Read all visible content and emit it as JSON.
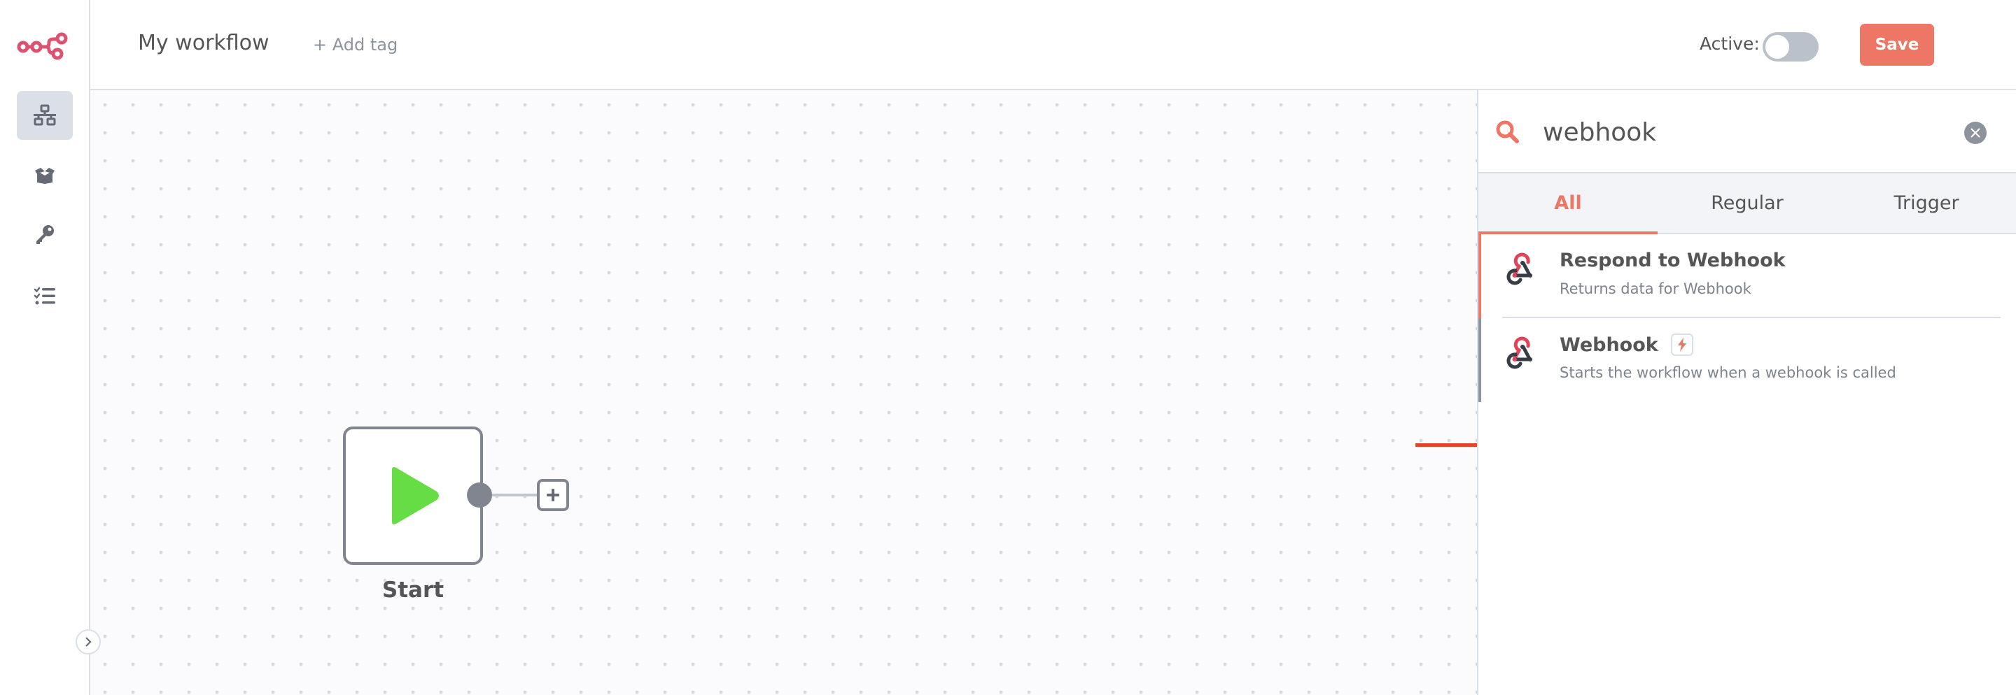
{
  "app": {
    "name": "n8n"
  },
  "header": {
    "workflow_name": "My workflow",
    "add_tag_label": "+ Add tag",
    "active_label": "Active:",
    "active_state": false,
    "save_label": "Save"
  },
  "sidebar": {
    "items": [
      {
        "name": "workflows",
        "icon": "network-icon",
        "active": true
      },
      {
        "name": "templates",
        "icon": "open-box-icon",
        "active": false
      },
      {
        "name": "credentials",
        "icon": "key-icon",
        "active": false
      },
      {
        "name": "executions",
        "icon": "tasks-list-icon",
        "active": false
      }
    ],
    "collapse_icon": "chevron-right-icon"
  },
  "canvas": {
    "nodes": [
      {
        "label": "Start",
        "icon": "play-icon",
        "icon_color": "#66dd44"
      }
    ]
  },
  "node_creator": {
    "search": {
      "value": "webhook",
      "placeholder": "Search nodes..."
    },
    "tabs": [
      {
        "label": "All",
        "active": true
      },
      {
        "label": "Regular",
        "active": false
      },
      {
        "label": "Trigger",
        "active": false
      }
    ],
    "results": [
      {
        "title": "Respond to Webhook",
        "description": "Returns data for Webhook",
        "icon": "webhook-icon",
        "trigger": false
      },
      {
        "title": "Webhook",
        "description": "Starts the workflow when a webhook is called",
        "icon": "webhook-icon",
        "trigger": true
      }
    ]
  },
  "colors": {
    "brand": "#ea4b71",
    "accent": "#ee7664",
    "annotation_arrow": "#e8412a",
    "border": "#dbdfe7",
    "node_border": "#81858f"
  }
}
